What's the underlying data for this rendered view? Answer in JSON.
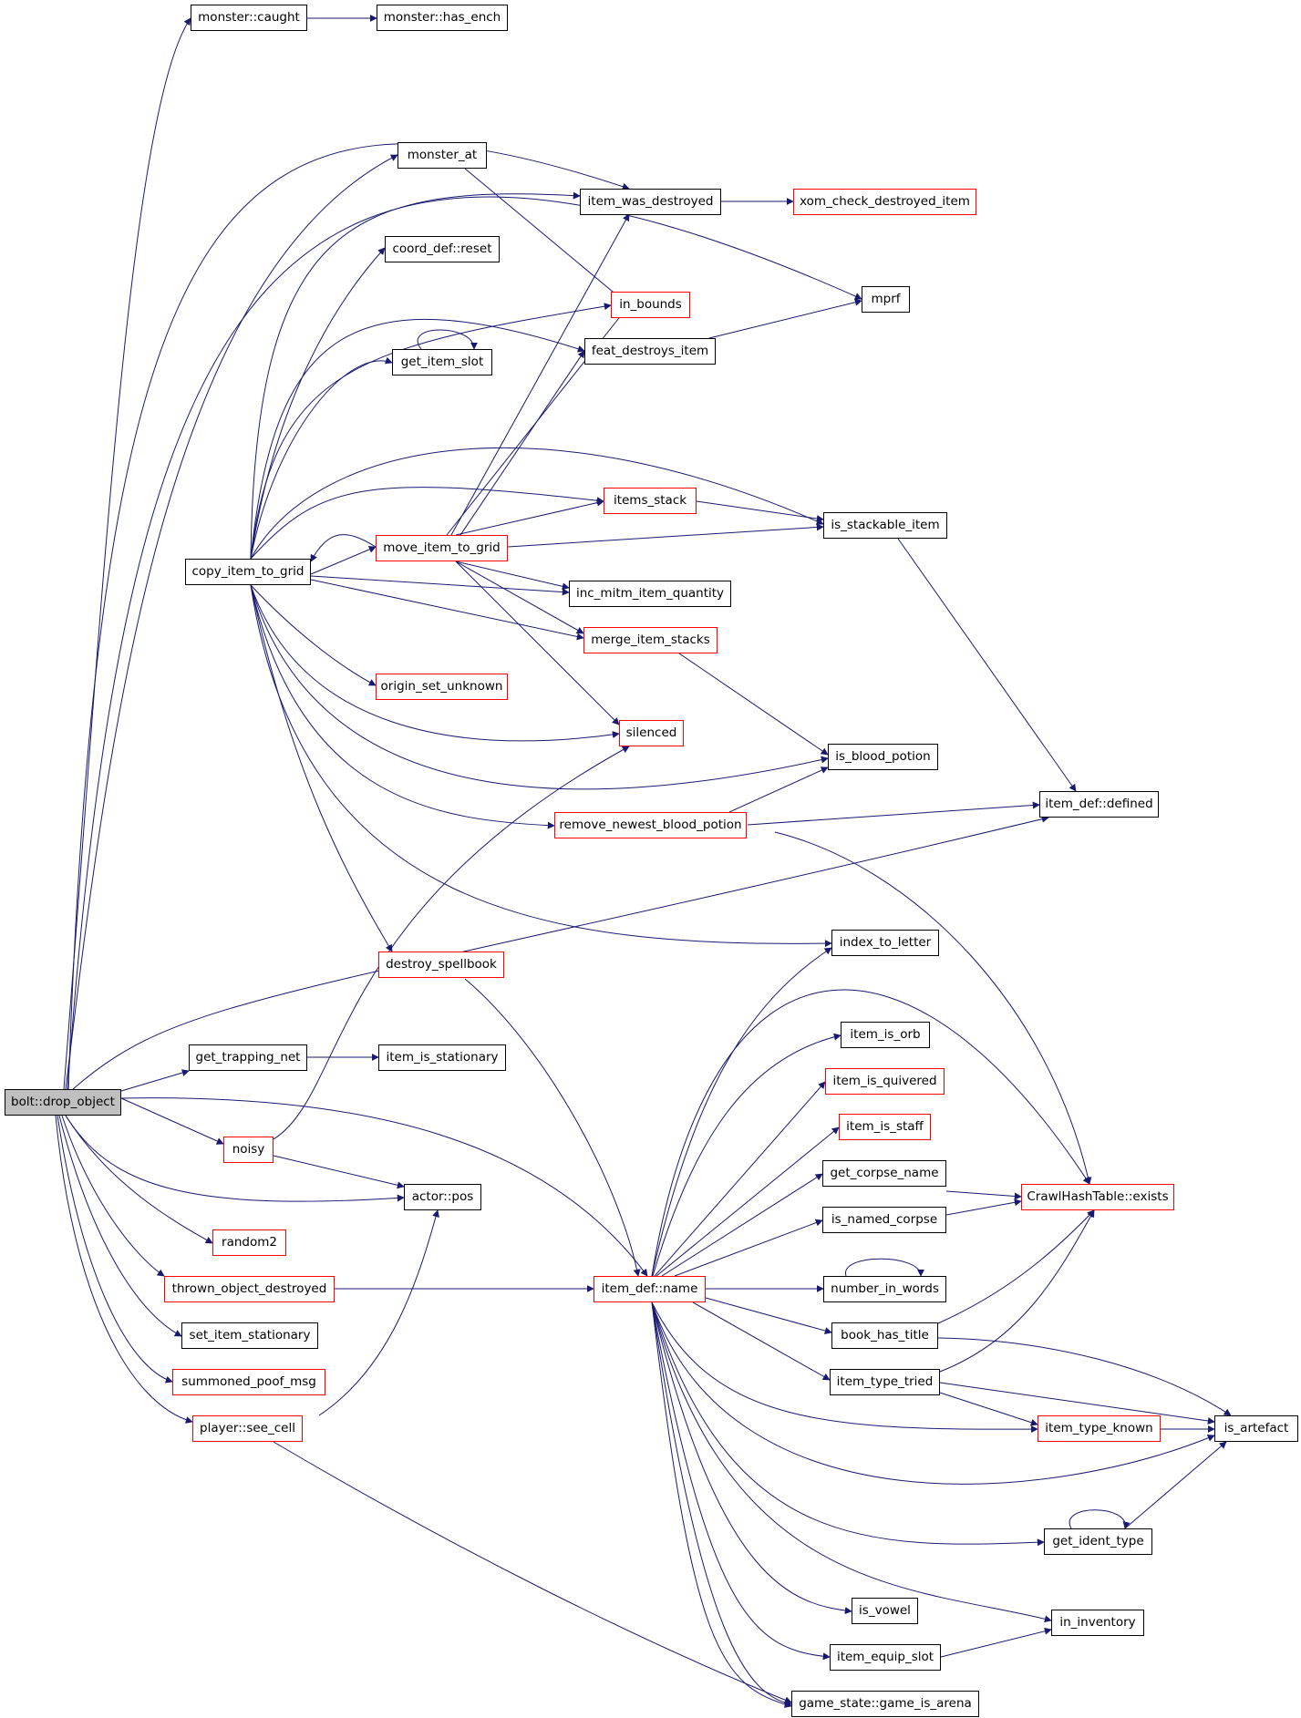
{
  "colors": {
    "edge": "#191970",
    "node_border": "#000000",
    "incomplete_node_border": "#ff0000",
    "root_fill": "#bfbfbf"
  },
  "nodes": {
    "n0": {
      "label": "bolt::drop_object"
    },
    "n1": {
      "label": "monster::caught"
    },
    "n2": {
      "label": "monster::has_ench"
    },
    "n3": {
      "label": "monster_at"
    },
    "n4": {
      "label": "item_was_destroyed"
    },
    "n5": {
      "label": "xom_check_destroyed_item"
    },
    "n6": {
      "label": "coord_def::reset"
    },
    "n7": {
      "label": "in_bounds"
    },
    "n8": {
      "label": "mprf"
    },
    "n9": {
      "label": "feat_destroys_item"
    },
    "n10": {
      "label": "get_item_slot"
    },
    "n11": {
      "label": "items_stack"
    },
    "n12": {
      "label": "is_stackable_item"
    },
    "n13": {
      "label": "move_item_to_grid"
    },
    "n14": {
      "label": "copy_item_to_grid"
    },
    "n15": {
      "label": "inc_mitm_item_quantity"
    },
    "n16": {
      "label": "merge_item_stacks"
    },
    "n17": {
      "label": "origin_set_unknown"
    },
    "n18": {
      "label": "silenced"
    },
    "n19": {
      "label": "is_blood_potion"
    },
    "n20": {
      "label": "item_def::defined"
    },
    "n21": {
      "label": "remove_newest_blood_potion"
    },
    "n22": {
      "label": "index_to_letter"
    },
    "n23": {
      "label": "destroy_spellbook"
    },
    "n24": {
      "label": "item_is_orb"
    },
    "n25": {
      "label": "get_trapping_net"
    },
    "n26": {
      "label": "item_is_stationary"
    },
    "n27": {
      "label": "item_is_quivered"
    },
    "n28": {
      "label": "item_is_staff"
    },
    "n29": {
      "label": "noisy"
    },
    "n30": {
      "label": "get_corpse_name"
    },
    "n31": {
      "label": "CrawlHashTable::exists"
    },
    "n32": {
      "label": "actor::pos"
    },
    "n33": {
      "label": "is_named_corpse"
    },
    "n34": {
      "label": "random2"
    },
    "n35": {
      "label": "number_in_words"
    },
    "n36": {
      "label": "thrown_object_destroyed"
    },
    "n37": {
      "label": "item_def::name"
    },
    "n38": {
      "label": "book_has_title"
    },
    "n39": {
      "label": "set_item_stationary"
    },
    "n40": {
      "label": "item_type_tried"
    },
    "n41": {
      "label": "summoned_poof_msg"
    },
    "n42": {
      "label": "player::see_cell"
    },
    "n43": {
      "label": "item_type_known"
    },
    "n44": {
      "label": "is_artefact"
    },
    "n45": {
      "label": "get_ident_type"
    },
    "n46": {
      "label": "is_vowel"
    },
    "n47": {
      "label": "in_inventory"
    },
    "n48": {
      "label": "item_equip_slot"
    },
    "n49": {
      "label": "game_state::game_is_arena"
    }
  }
}
